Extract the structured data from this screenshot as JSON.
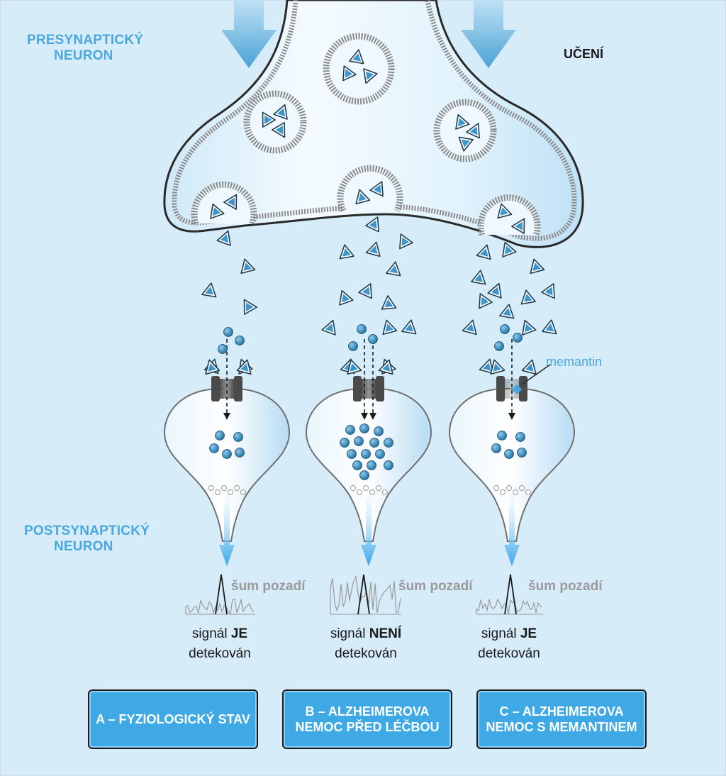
{
  "labels": {
    "presynaptic_line1": "PRESYNAPTICKÝ",
    "presynaptic_line2": "NEURON",
    "learning": "UČENÍ",
    "postsynaptic_line1": "POSTSYNAPTICKÝ",
    "postsynaptic_line2": "NEURON",
    "memantine": "memantin"
  },
  "panels": [
    {
      "noise_label": "šum pozadí",
      "signal_prefix": "signál",
      "signal_status": "JE",
      "signal_line2": "detekován",
      "box_line1": "A – FYZIOLOGICKÝ STAV",
      "box_line2": ""
    },
    {
      "noise_label": "šum pozadí",
      "signal_prefix": "signál",
      "signal_status": "NENÍ",
      "signal_line2": "detekován",
      "box_line1": "B – ALZHEIMEROVA",
      "box_line2": "NEMOC PŘED LÉČBOU"
    },
    {
      "noise_label": "šum pozadí",
      "signal_prefix": "signál",
      "signal_status": "JE",
      "signal_line2": "detekován",
      "box_line1": "C – ALZHEIMEROVA",
      "box_line2": "NEMOC S MEMANTINEM"
    }
  ],
  "colors": {
    "background": "#d6ecf8",
    "accent_blue": "#3fa9e6",
    "label_blue": "#4aa8e0",
    "membrane_gray": "#8a8a8a",
    "channel_gray": "#5a5a5a",
    "ion_blue": "#2f7fb5"
  }
}
